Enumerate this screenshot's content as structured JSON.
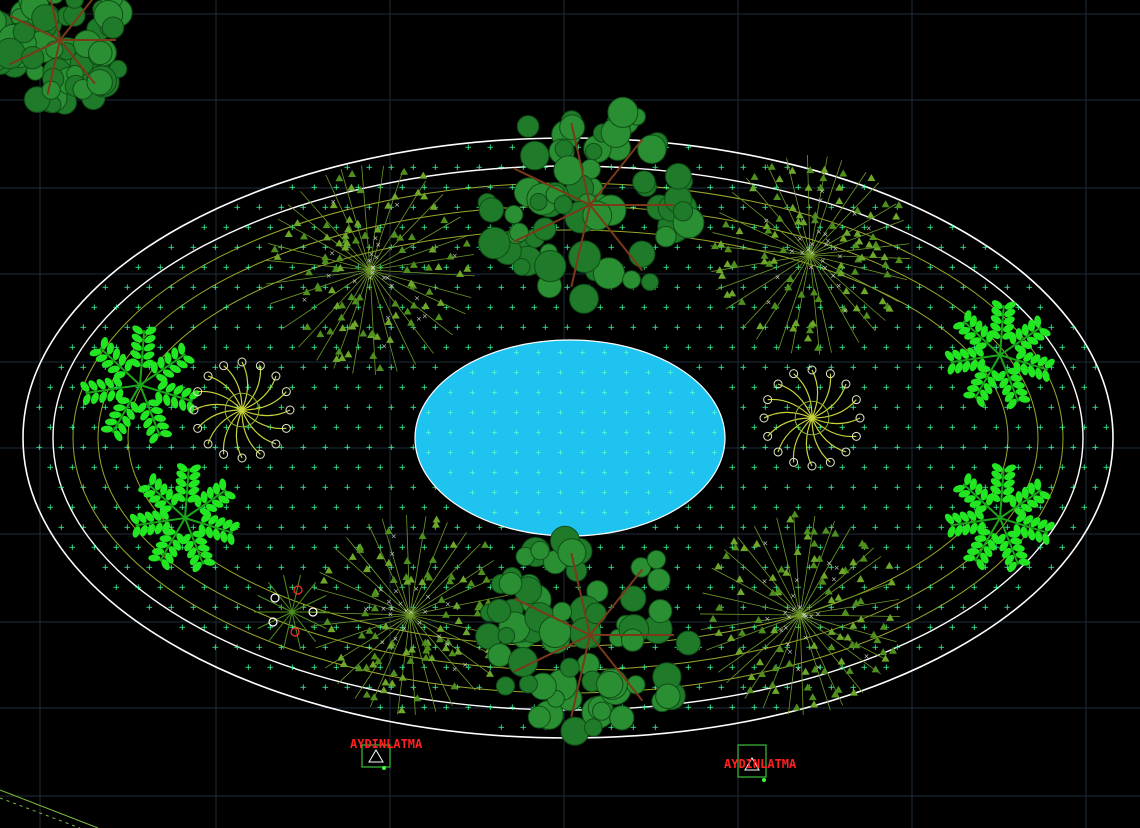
{
  "viewport": {
    "title": "",
    "background": "#000000",
    "grid_color": "#2a3a4a"
  },
  "plan": {
    "outer_border_color": "#ffffff",
    "ring_color": "#9aa82a",
    "pond_color": "#1ec3f0",
    "groundcover_color": "#3cff9a",
    "shrub_colors": {
      "bright": "#22e622",
      "mid": "#4e8f1e",
      "dark": "#1f7a2a",
      "yellow": "#c7d43a",
      "branch": "#7a3a1a"
    },
    "trees": [
      {
        "name": "tree-top-center",
        "kind": "canopy-dark"
      },
      {
        "name": "tree-bottom-center",
        "kind": "canopy-dark"
      },
      {
        "name": "tree-top-left",
        "kind": "canopy-spiky"
      },
      {
        "name": "tree-top-right",
        "kind": "canopy-spiky"
      },
      {
        "name": "tree-bottom-left",
        "kind": "canopy-spiky"
      },
      {
        "name": "tree-bottom-right",
        "kind": "canopy-spiky"
      },
      {
        "name": "tree-corner-top-left",
        "kind": "canopy-dark"
      }
    ],
    "shrubs": [
      {
        "name": "shrub-left-upper",
        "kind": "bright"
      },
      {
        "name": "shrub-left-lower",
        "kind": "bright"
      },
      {
        "name": "shrub-right-upper",
        "kind": "bright"
      },
      {
        "name": "shrub-right-lower",
        "kind": "bright"
      },
      {
        "name": "flower-left",
        "kind": "yellow"
      },
      {
        "name": "flower-right",
        "kind": "yellow"
      }
    ],
    "labels": [
      {
        "text": "AYDINLATMA",
        "color": "#ff2020"
      },
      {
        "text": "AYDINLATMA",
        "color": "#ff2020"
      }
    ]
  }
}
